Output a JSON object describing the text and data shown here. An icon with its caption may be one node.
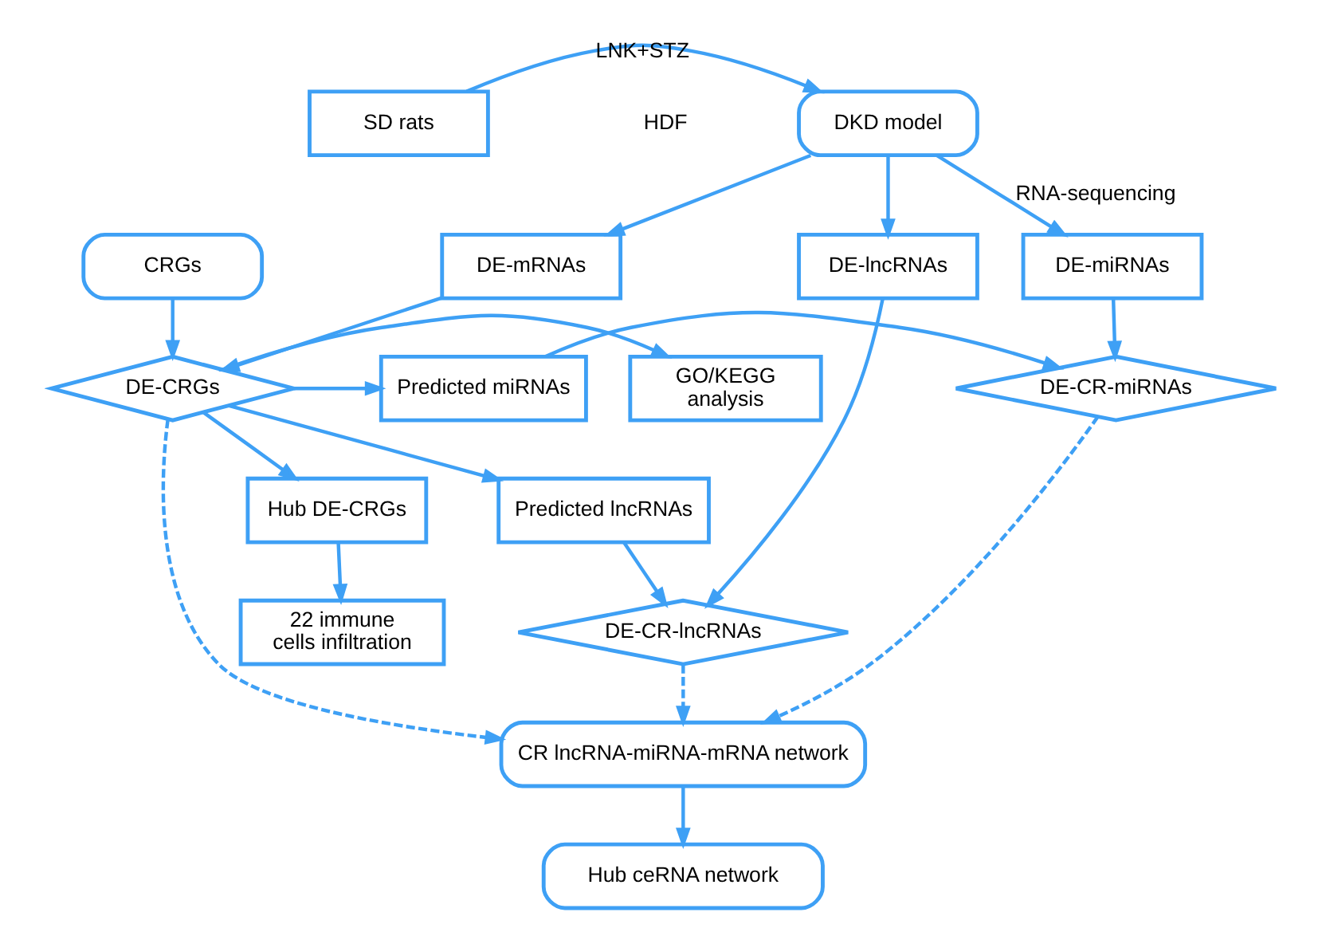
{
  "diagram": {
    "nodes": [
      {
        "text": [
          "SD rats"
        ]
      },
      {
        "text": [
          "DKD model"
        ]
      },
      {
        "text": [
          "DE-lncRNAs"
        ]
      },
      {
        "text": [
          "DE-miRNAs"
        ]
      },
      {
        "text": [
          "DE-mRNAs"
        ]
      },
      {
        "text": [
          "CRGs"
        ]
      },
      {
        "text": [
          "DE-CR-miRNAs"
        ]
      },
      {
        "text": [
          "Predicted miRNAs"
        ]
      },
      {
        "text": [
          "DE-CRGs"
        ]
      },
      {
        "text": [
          "GO/KEGG analysis"
        ]
      },
      {
        "text": [
          "Predicted lncRNAs"
        ]
      },
      {
        "text": [
          "DE-CR-lncRNAs"
        ]
      },
      {
        "text": [
          "Hub DE-CRGs"
        ]
      },
      {
        "text": [
          "22 immune cells infiltration"
        ]
      },
      {
        "text": [
          "CR lncRNA-miRNA-mRNA network"
        ]
      },
      {
        "text": [
          "Hub ceRNA network"
        ]
      }
    ],
    "edges": [
      {
        "from": 0,
        "to": 1,
        "arrow": "to",
        "label": "LNK+STZ"
      },
      {
        "from": 1,
        "to": 2,
        "arrow": "to"
      },
      {
        "from": 1,
        "to": 3,
        "arrow": "to",
        "label": "RNA-sequencing"
      },
      {
        "from": 1,
        "to": 4,
        "arrow": "to"
      },
      {
        "from": 3,
        "to": 6,
        "arrow": "to"
      },
      {
        "from": 7,
        "to": 6,
        "arrow": "to"
      },
      {
        "from": 4,
        "to": 8,
        "arrow": "to"
      },
      {
        "from": 5,
        "to": 8,
        "arrow": "to"
      },
      {
        "from": 8,
        "to": 7,
        "arrow": "to"
      },
      {
        "from": 8,
        "to": 10,
        "arrow": "to"
      },
      {
        "from": 8,
        "to": 9,
        "arrow": "to"
      },
      {
        "from": 2,
        "to": 11,
        "arrow": "to"
      },
      {
        "from": 10,
        "to": 11,
        "arrow": "to"
      },
      {
        "from": 8,
        "to": 12,
        "arrow": "to"
      },
      {
        "from": 12,
        "to": 13,
        "arrow": "to"
      },
      {
        "from": 6,
        "to": 14,
        "arrow": "to",
        "style": "dashed"
      },
      {
        "from": 11,
        "to": 14,
        "arrow": "to",
        "style": "dashed"
      },
      {
        "from": 8,
        "to": 14,
        "arrow": "to",
        "style": "dashed"
      },
      {
        "from": 14,
        "to": 15,
        "arrow": "to"
      }
    ],
    "labels": [
      "HDF"
    ]
  }
}
